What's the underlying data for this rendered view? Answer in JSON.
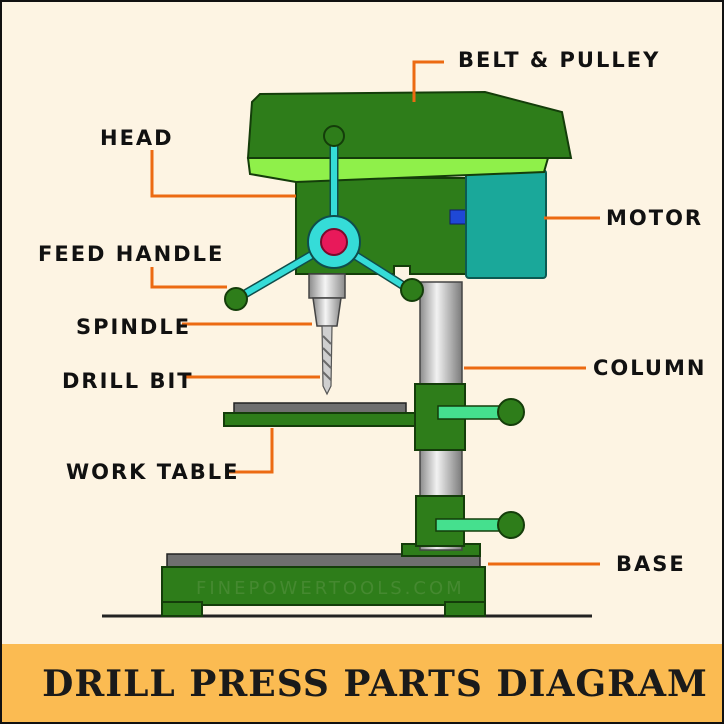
{
  "labels": {
    "belt_pulley": "BELT & PULLEY",
    "head": "HEAD",
    "motor": "MOTOR",
    "feed_handle": "FEED HANDLE",
    "spindle": "SPINDLE",
    "column": "COLUMN",
    "drill_bit": "DRILL BIT",
    "work_table": "WORK TABLE",
    "base": "BASE"
  },
  "watermark": "FINEPOWERTOOLS.COM",
  "banner": {
    "title": "DRILL PRESS PARTS DIAGRAM"
  },
  "colors": {
    "background": "#fdf4e3",
    "body_green": "#2e7d1a",
    "light_green": "#8ff04a",
    "motor_teal": "#1aa89a",
    "handle_cyan": "#35dcd8",
    "hub_red": "#e8195a",
    "leader_orange": "#ec6a12",
    "banner": "#fbbb52"
  }
}
